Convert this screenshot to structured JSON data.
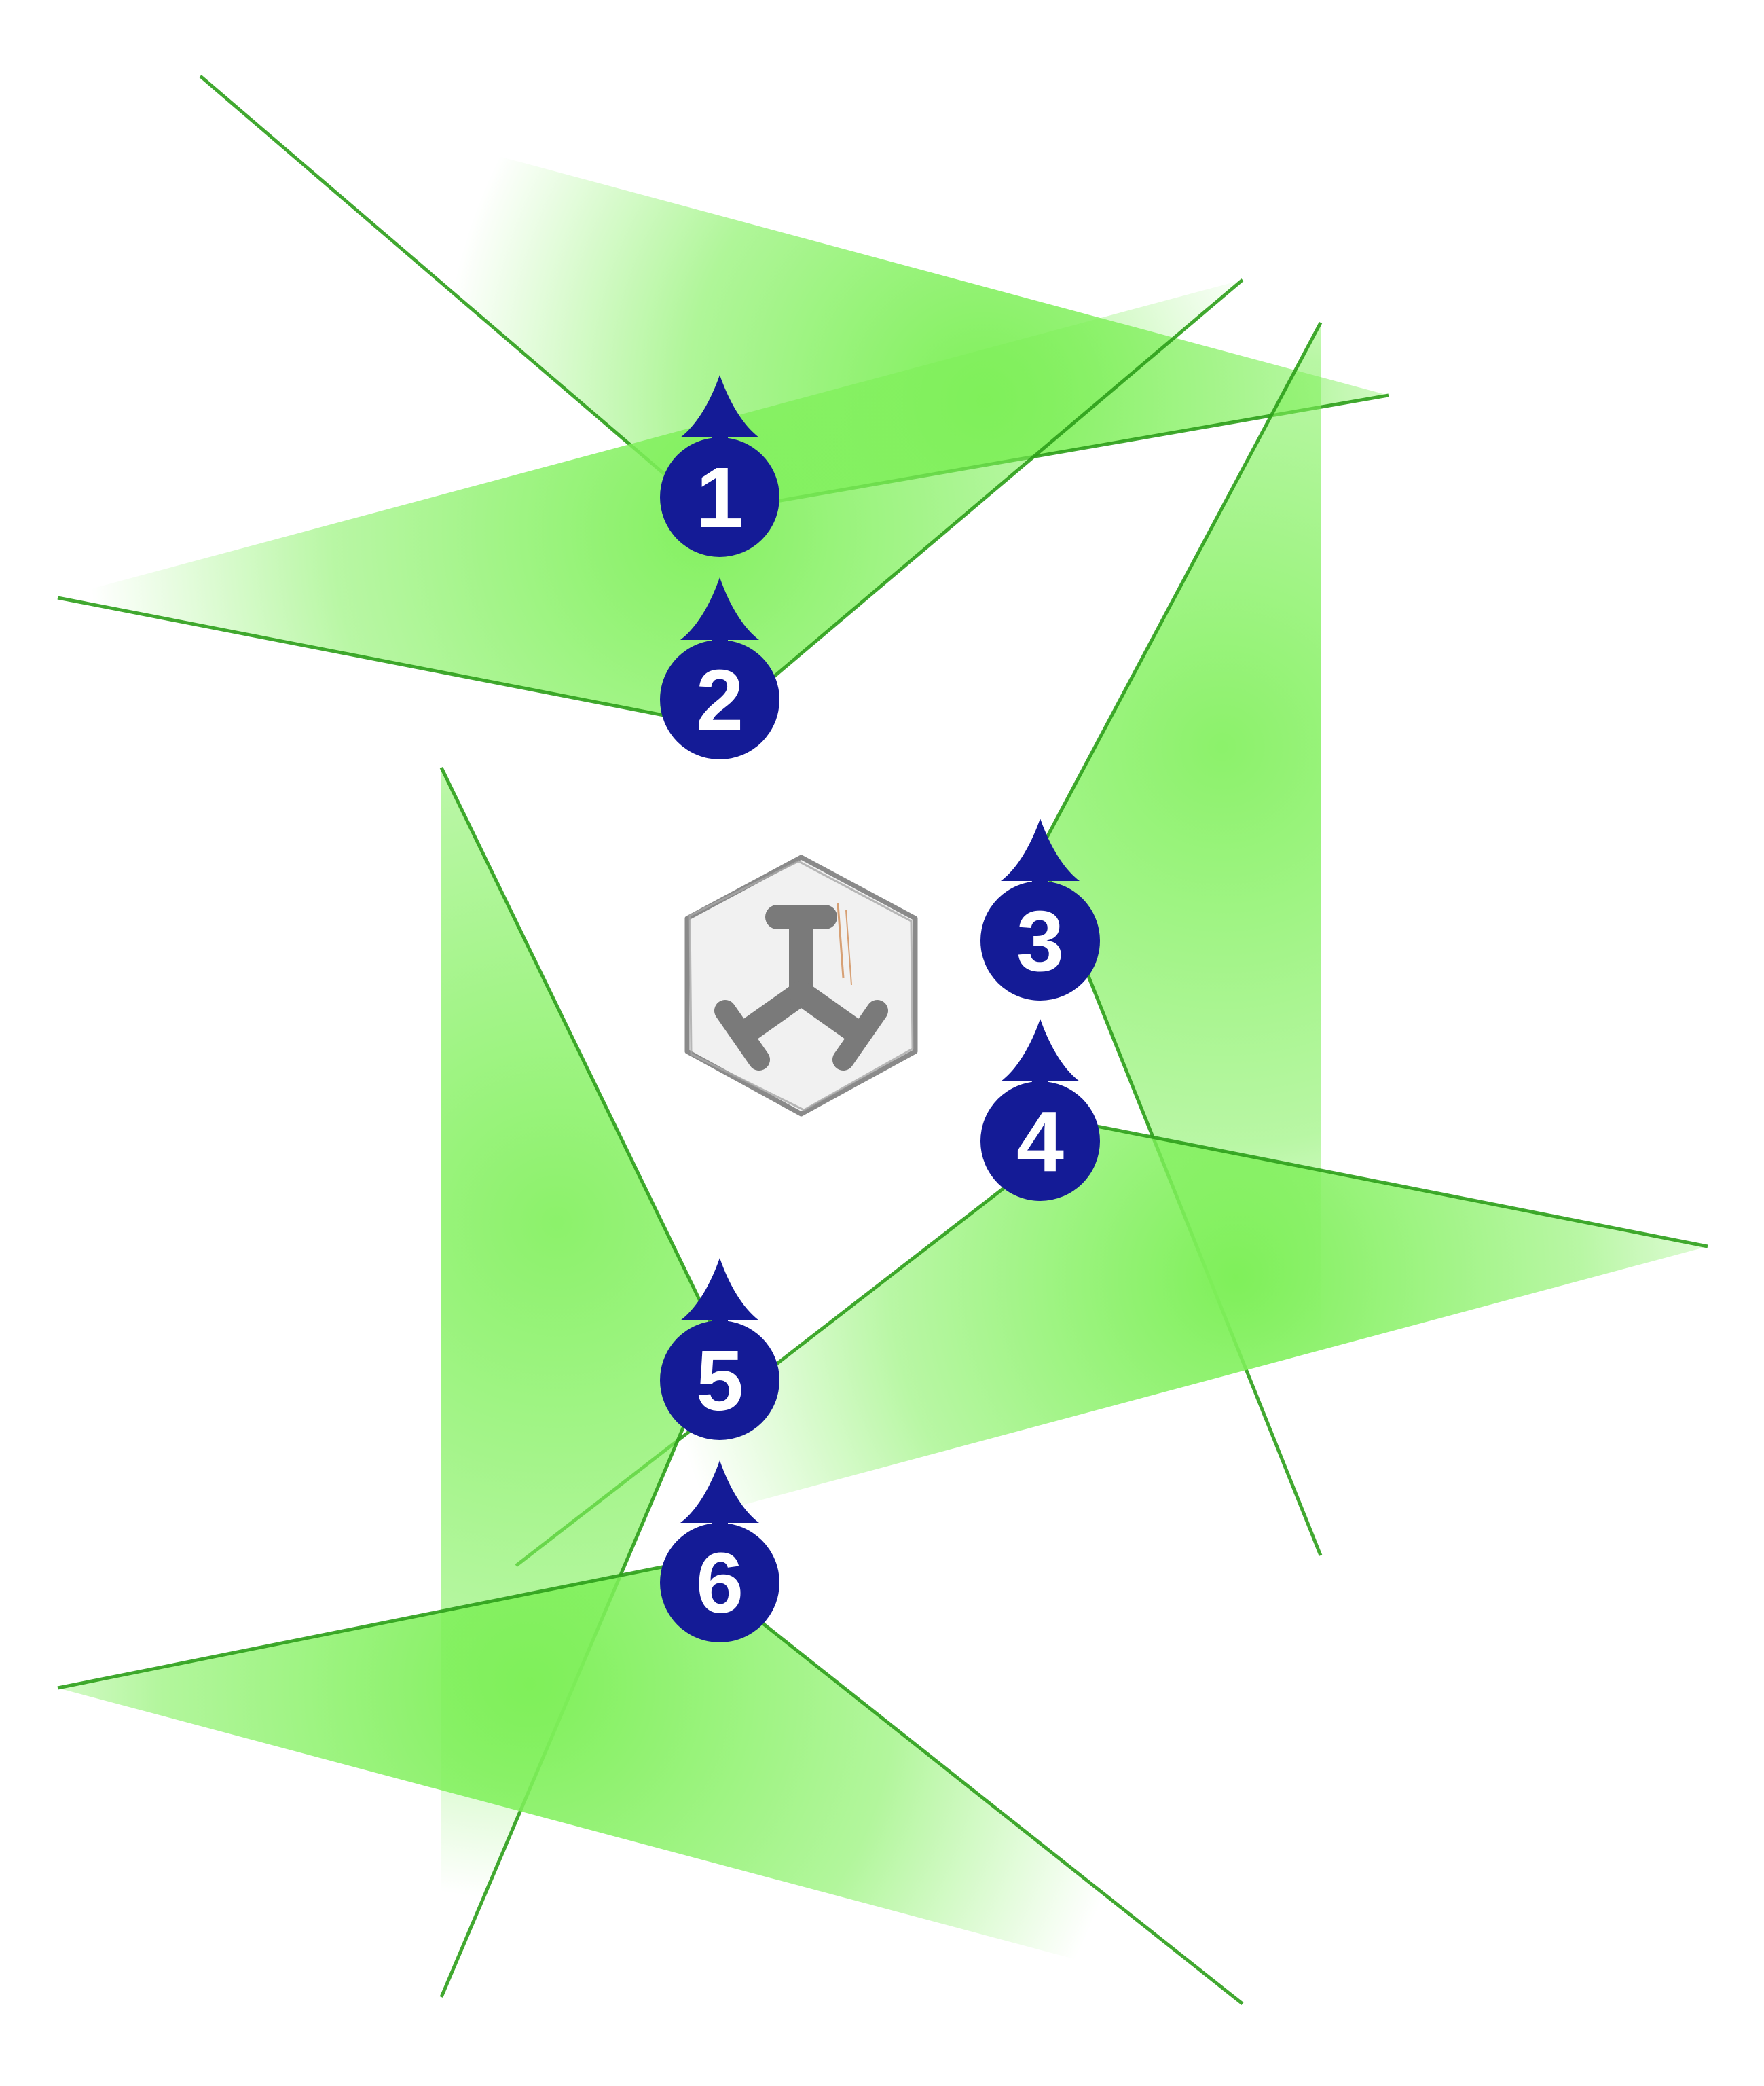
{
  "diagram": {
    "colors": {
      "background": "#ffffff",
      "cone_fill": "#7ff05a",
      "cone_edge": "#2c9e1a",
      "marker_fill": "#141b96",
      "marker_text": "#ffffff",
      "hex_fill": "#f1f1f1",
      "hex_stroke": "#8a8a8a",
      "glyph": "#7a7a7a",
      "accent": "#d7a074"
    },
    "center_icon": "tripod-hexagon-icon",
    "markers": [
      {
        "label": "1"
      },
      {
        "label": "2"
      },
      {
        "label": "3"
      },
      {
        "label": "4"
      },
      {
        "label": "5"
      },
      {
        "label": "6"
      }
    ]
  }
}
